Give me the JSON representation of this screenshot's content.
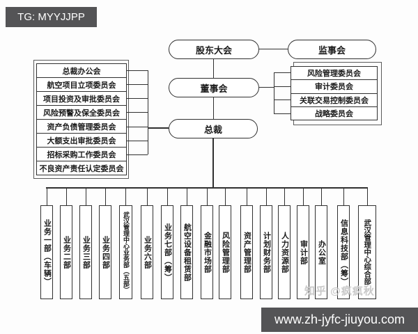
{
  "watermarks": {
    "top": "TG: MYYJJPP",
    "overlay": "知乎 @疯疯秋",
    "bottom_url": "www.zh-jyfc-jiuyou.com"
  },
  "colors": {
    "bar_background": "#545456",
    "line": "#2f2f2f",
    "overlay_watermark": "#c9c9c9"
  },
  "org": {
    "shareholders_meeting": "股东大会",
    "supervisory_board": "监事会",
    "board_of_directors": "董事会",
    "president": "总裁",
    "left_committees": [
      "总裁办公会",
      "航空项目立项委员会",
      "项目投资及审批委员会",
      "风险预警及保全委员会",
      "资产负债管理委员会",
      "大额支出审批委员会",
      "招标采购工作委员会",
      "不良资产责任认定委员会"
    ],
    "right_committees": [
      "风险管理委员会",
      "审计委员会",
      "关联交易控制委员会",
      "战略委员会"
    ],
    "departments": [
      "业务一部（车辆）",
      "业务二部",
      "业务三部",
      "业务四部",
      "武汉管理中心业务部（五部）",
      "业务六部",
      "业务七部（筹）",
      "航空设备租赁部",
      "金融市场部",
      "风险管理部",
      "资产管理部",
      "计划财务部",
      "人力资源部",
      "审计部",
      "办公室",
      "信息科技部（筹）",
      "武汉管理中心综合部"
    ]
  }
}
